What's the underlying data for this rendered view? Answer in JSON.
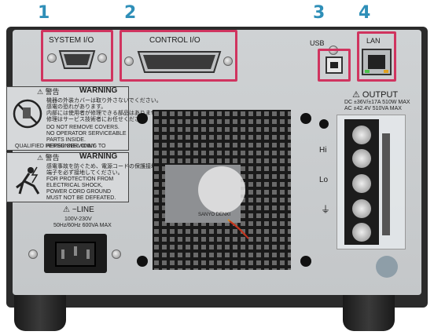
{
  "callouts": [
    "1",
    "2",
    "3",
    "4"
  ],
  "ports": {
    "system_io": "SYSTEM I/O",
    "control_io": "CONTROL I/O",
    "usb": "USB",
    "lan": "LAN"
  },
  "warning_top": {
    "heading_jp": "警告",
    "heading": "WARNING",
    "jp_lines": [
      "機器の外装カバーは取り外さないでください。",
      "感電の恐れがあります。",
      "内部には使用者が修理できる部品はありません。",
      "修理はサービス技術者にお任せください。"
    ],
    "lines": [
      "DO NOT REMOVE COVERS.",
      "NO OPERATOR SERVICEABLE",
      "PARTS INSIDE.",
      "REFER SERVICING TO",
      "QUALIFIED PERSONNEL ONLY."
    ]
  },
  "warning_bottom": {
    "heading_jp": "警告",
    "heading": "WARNING",
    "jp_lines": [
      "感電事故を防ぐため、電源コードの保護接地",
      "端子を必ず接地してください。"
    ],
    "lines": [
      "FOR PROTECTION FROM",
      "ELECTRICAL SHOCK,",
      "POWER CORD GROUND",
      "MUST NOT BE DEFEATED."
    ]
  },
  "power": {
    "title": "~LINE",
    "voltage": "100V-230V",
    "rating": "50Hz/60Hz  600VA MAX"
  },
  "fan_brand": "SANYO DENKI",
  "output": {
    "title": "OUTPUT",
    "dc": "DC ±36V/±17A  510W MAX",
    "ac": "AC ±42.4V  510VA MAX",
    "hi": "Hi",
    "lo": "Lo",
    "ground_symbol": "⏚"
  },
  "colors": {
    "highlight": "#d0345f",
    "callout": "#2f8fb8",
    "panel": "#c8cbcd",
    "frame": "#2b2b2b"
  }
}
